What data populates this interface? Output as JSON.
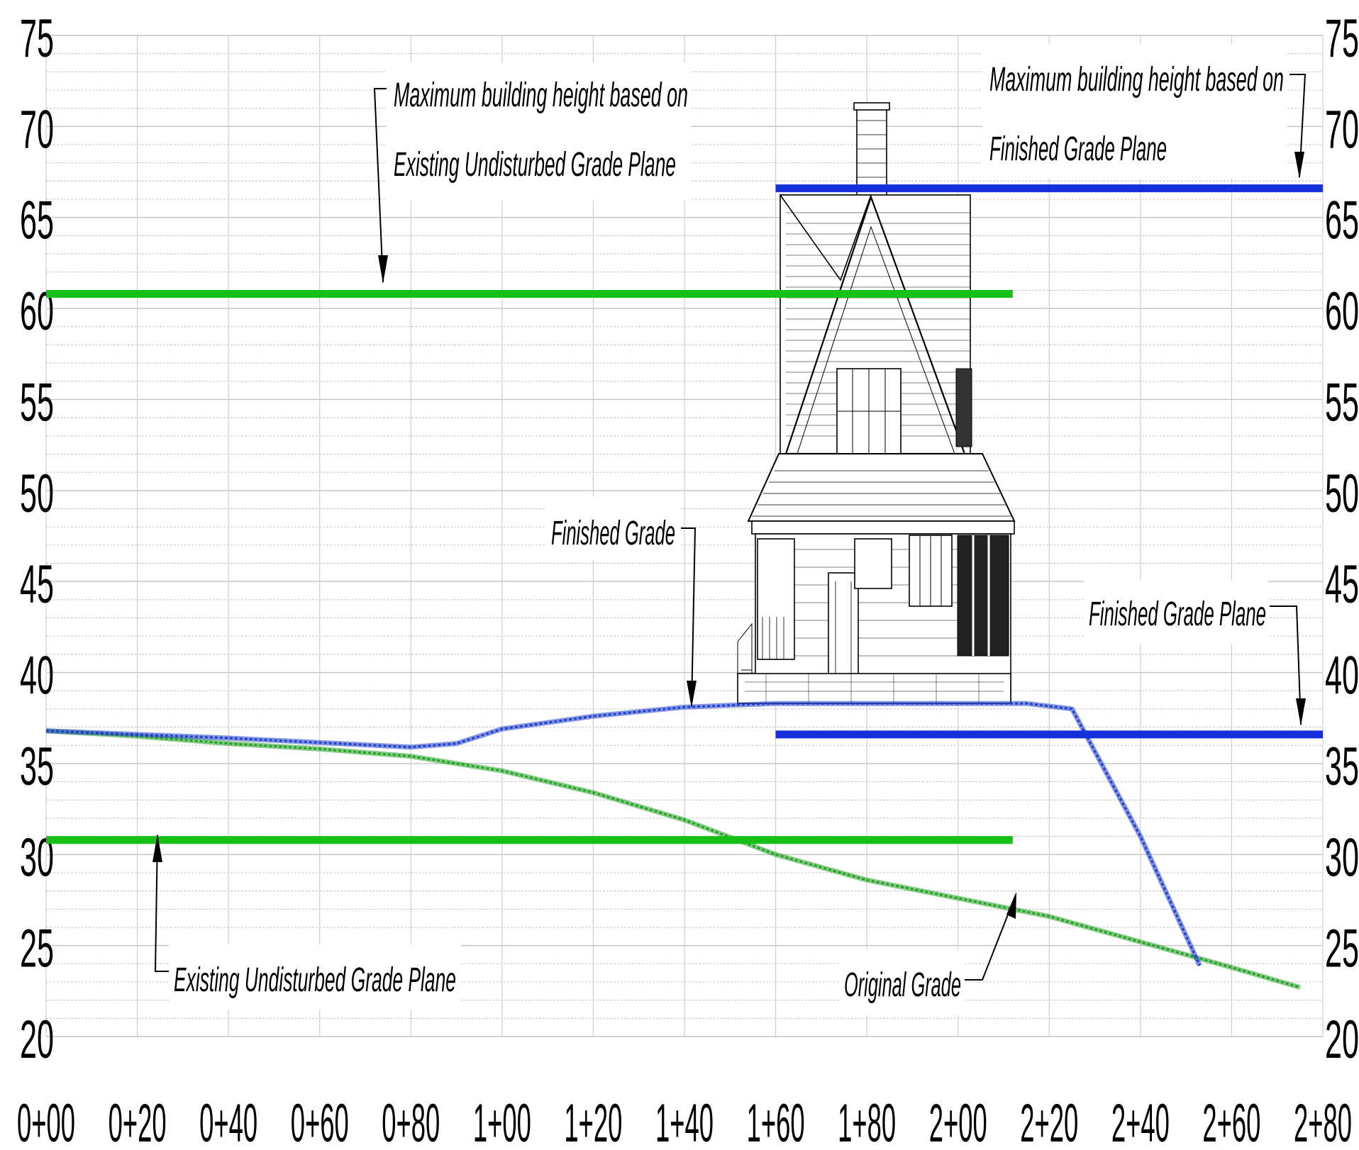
{
  "chart_data": {
    "type": "line",
    "x_ticks": [
      "0+00",
      "0+20",
      "0+40",
      "0+60",
      "0+80",
      "1+00",
      "1+20",
      "1+40",
      "1+60",
      "1+80",
      "2+00",
      "2+20",
      "2+40",
      "2+60",
      "2+80"
    ],
    "y_ticks": [
      "20",
      "25",
      "30",
      "35",
      "40",
      "45",
      "50",
      "55",
      "60",
      "65",
      "70",
      "75"
    ],
    "xlim": [
      0,
      280
    ],
    "ylim": [
      20,
      75
    ],
    "grid": true,
    "series": [
      {
        "name": "Original Grade",
        "color": "#22a022",
        "x": [
          0,
          20,
          40,
          60,
          80,
          90,
          100,
          120,
          140,
          160,
          180,
          200,
          220,
          240,
          260,
          275
        ],
        "y": [
          36.8,
          36.5,
          36.1,
          35.8,
          35.4,
          35.0,
          34.6,
          33.4,
          31.9,
          30.0,
          28.6,
          27.6,
          26.6,
          25.2,
          23.8,
          22.7
        ]
      },
      {
        "name": "Finished Grade",
        "color": "#1f3fcc",
        "x": [
          0,
          40,
          80,
          90,
          100,
          120,
          140,
          150,
          160,
          180,
          200,
          215,
          225,
          240,
          253
        ],
        "y": [
          36.8,
          36.4,
          35.9,
          36.1,
          36.9,
          37.6,
          38.1,
          38.2,
          38.3,
          38.3,
          38.3,
          38.3,
          38.0,
          31.0,
          23.9
        ]
      }
    ],
    "reference_lines": [
      {
        "name": "Maximum building height based on Existing Undisturbed Grade Plane",
        "y": 60.8,
        "x_range": [
          0,
          212
        ],
        "color": "#16c016"
      },
      {
        "name": "Existing Undisturbed Grade Plane",
        "y": 30.8,
        "x_range": [
          0,
          212
        ],
        "color": "#16c016"
      },
      {
        "name": "Maximum building height based on Finished Grade Plane",
        "y": 66.6,
        "x_range": [
          160,
          280
        ],
        "color": "#1530d8"
      },
      {
        "name": "Finished Grade Plane",
        "y": 36.6,
        "x_range": [
          160,
          280
        ],
        "color": "#1530d8"
      }
    ]
  },
  "annotations": {
    "max_height_existing_line1": "Maximum building height based on",
    "max_height_existing_line2": "Existing Undisturbed Grade Plane",
    "max_height_finished_line1": "Maximum building height based on",
    "max_height_finished_line2": "Finished Grade Plane",
    "finished_grade": "Finished Grade",
    "finished_grade_plane": "Finished Grade Plane",
    "existing_undisturbed_grade_plane": "Existing Undisturbed Grade Plane",
    "original_grade": "Original Grade"
  },
  "illustration": {
    "subject": "house-elevation",
    "stroke": "#000000"
  }
}
